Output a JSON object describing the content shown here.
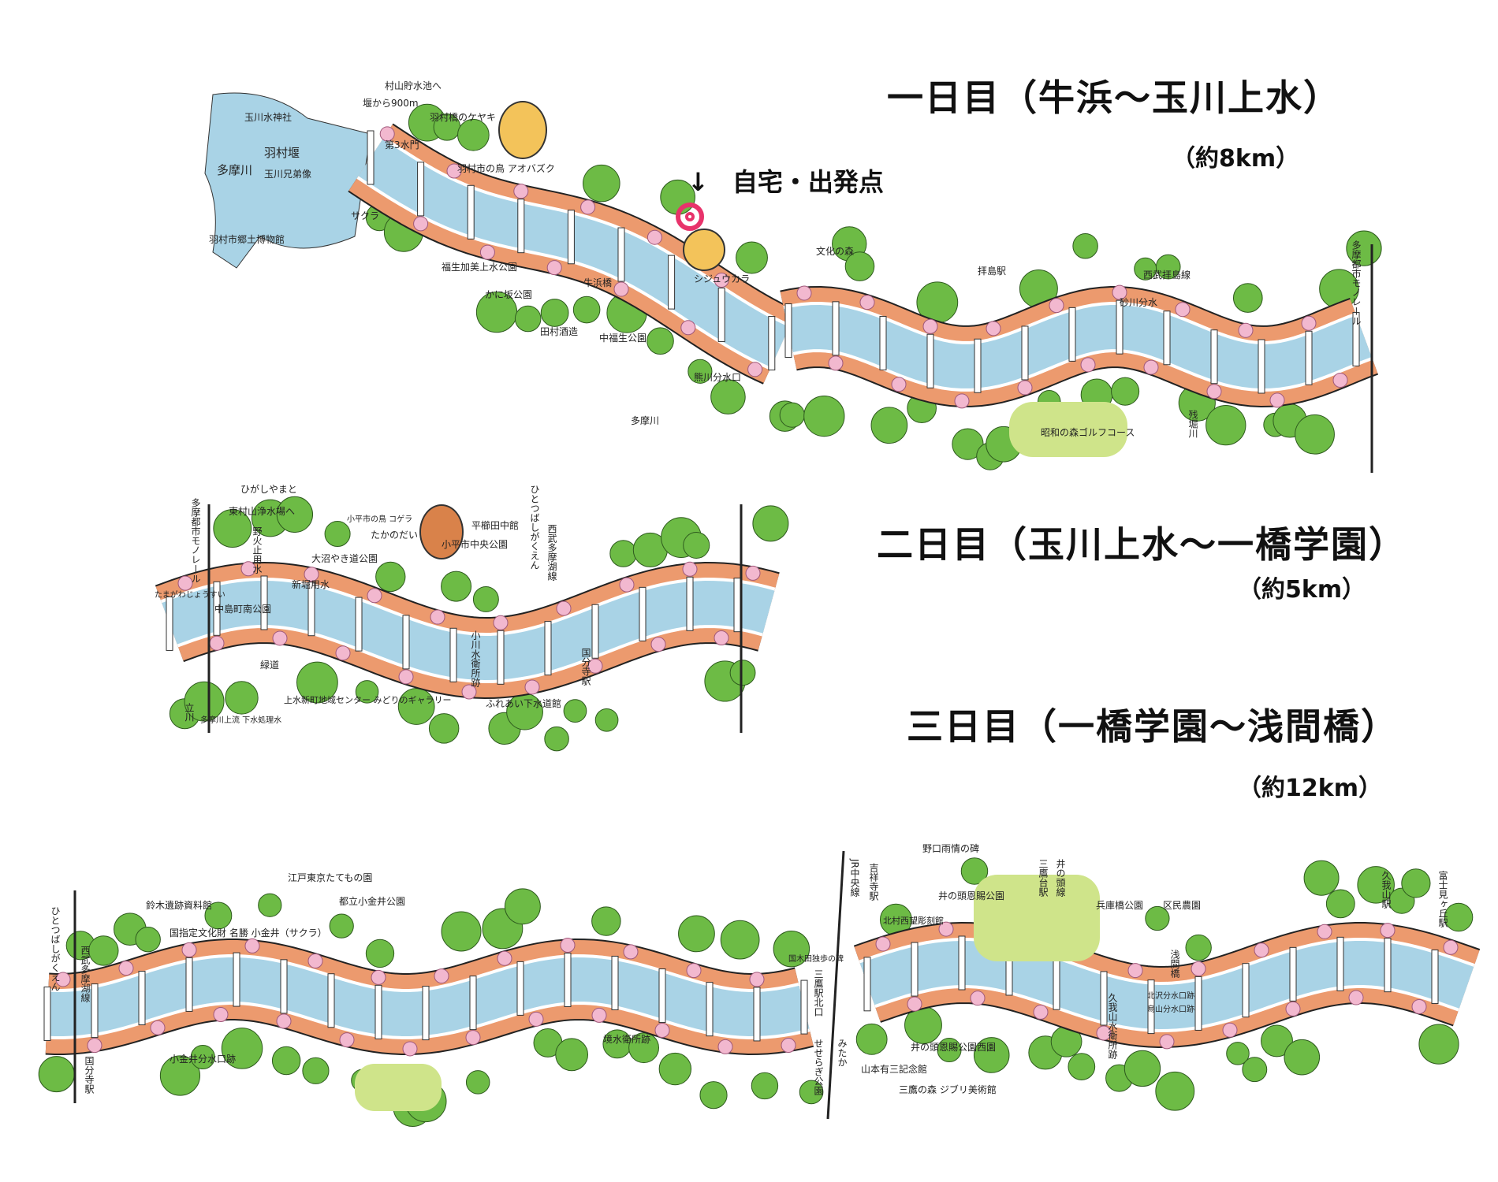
{
  "day1": {
    "title": "一日目（牛浜〜玉川上水）",
    "distance": "（約8km）",
    "start_arrow": "↓",
    "start_label": "自宅・出発点",
    "labels": [
      "玉川水神社",
      "羽村堰",
      "多摩川",
      "玉川兄弟像",
      "羽村市郷土博物館",
      "堰から900m",
      "羽村橋のケヤキ",
      "村山貯水池へ",
      "第3水門",
      "羽村市の鳥 アオバズク",
      "サクラ",
      "福生加美上水公園",
      "かに坂公園",
      "牛浜橋",
      "シジュウカラ",
      "熊川分水口",
      "文化の森",
      "拝島駅",
      "西武拝島線",
      "砂川分水",
      "昭和の森ゴルフコース",
      "多摩都市モノレール",
      "残堀川",
      "多摩川",
      "中福生公園",
      "田村酒造"
    ],
    "colors": {
      "river": "#a9d3e6",
      "path": "#ec9a6e",
      "tree": "#6dbb45",
      "blossom": "#f2b8cf",
      "grass": "#cfe48a"
    }
  },
  "day2": {
    "title": "二日目（玉川上水〜一橋学園）",
    "distance": "（約5km）",
    "labels": [
      "ひがしやまと",
      "東村山浄水場へ",
      "多摩都市モノレール",
      "たまがわじょうすい",
      "野火止用水",
      "中島町南公園",
      "小平市の鳥 コゲラ",
      "大沼やき道公園",
      "新堀用水",
      "たかのだい",
      "小平市中央公園",
      "平櫛田中館",
      "ひとつばしがくえん",
      "西武多摩湖線",
      "小川水衛所跡",
      "ふれあい下水道館",
      "上水新町地域センター みどりのギャラリー",
      "国分寺駅",
      "立川",
      "多摩川上流 下水処理水",
      "緑道"
    ]
  },
  "day3": {
    "title": "三日目（一橋学園〜浅間橋）",
    "distance": "（約12km）",
    "labels": [
      "鈴木遺跡資料館",
      "国指定文化財 名勝 小金井（サクラ）",
      "江戸東京たてもの園",
      "都立小金井公園",
      "境水衛所跡",
      "ひとつばしがくえん",
      "西武多摩湖線",
      "国分寺駅",
      "小金井分水口跡",
      "JR中央線",
      "吉祥寺駅",
      "三鷹駅北口",
      "国木田独歩の碑",
      "井の頭恩賜公園",
      "井の頭恩賜公園西園",
      "山本有三記念館",
      "三鷹の森 ジブリ美術館",
      "北村西望彫刻館",
      "野口雨情の碑",
      "三鷹台駅",
      "兵庫橋公園",
      "区民農園",
      "久我山水衛所跡",
      "浅間橋",
      "北沢分水口跡",
      "烏山分水口跡",
      "井の頭線",
      "久我山駅",
      "富士見ヶ丘駅",
      "みたか",
      "せせらぎ公園"
    ]
  }
}
